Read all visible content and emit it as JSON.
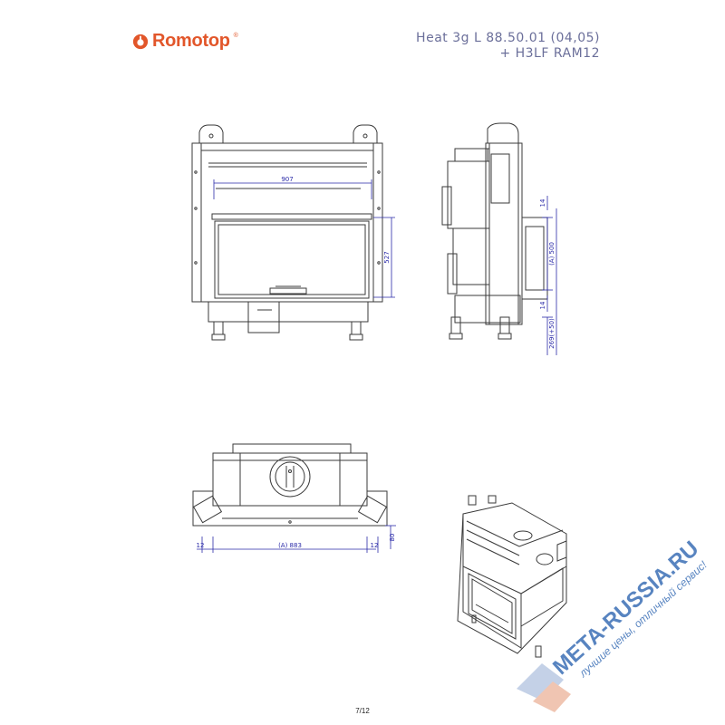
{
  "brand": {
    "name": "Romotop",
    "registered": "®",
    "color": "#e2562a"
  },
  "document": {
    "title_line1": "Heat 3g L 88.50.01 (04,05)",
    "title_line2": "+ H3LF RAM12",
    "page": "7/12"
  },
  "dimensions": {
    "front_width": "907",
    "front_glass_height": "527",
    "side_top_gap": "14",
    "side_opening": "(A) 500",
    "side_bottom_gap": "14",
    "side_base": "269(+50)",
    "top_left_offset": "12",
    "top_width": "(A) 883",
    "top_right_offset": "12",
    "top_depth": "80"
  },
  "watermark": {
    "site": "META-RUSSIA.RU",
    "slogan": "лучшие цены, отличный сервис!",
    "color": "#3b6fb6"
  },
  "colors": {
    "line": "#3a3a3a",
    "dimension": "#2a2aa8",
    "title": "#6b6f9a"
  }
}
